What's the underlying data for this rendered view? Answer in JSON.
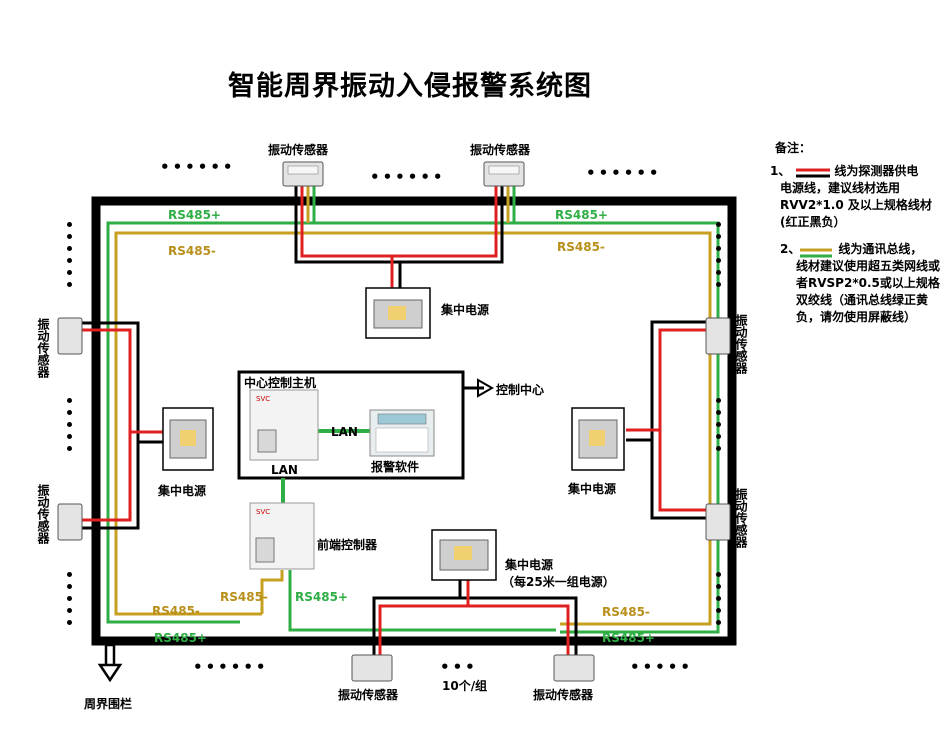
{
  "title": "智能周界振动入侵报警系统图",
  "labels": {
    "sensor": "振动传感器",
    "psu": "集中电源",
    "psu_bottom_line1": "集中电源",
    "psu_bottom_line2": "（每25米一组电源）",
    "central_host": "中心控制主机",
    "alarm_software": "报警软件",
    "control_center": "控制中心",
    "front_controller": "前端控制器",
    "lan": "LAN",
    "rs485_plus": "RS485+",
    "rs485_minus": "RS485-",
    "perimeter_fence": "周界围栏",
    "count_per_group": "10个/组"
  },
  "notes": {
    "heading": "备注：",
    "item1_index": "1、",
    "item1_text_a": "线为探测器供电",
    "item1_text_b": "电源线，建议线材选用RVV2*1.0 及以上规格线材(红正黑负）",
    "item2_index": "2、",
    "item2_text_a": "线为通讯总线，",
    "item2_text_b": "线材建议使用超五类网线或者RVSP2*0.5或以上规格双绞线（通讯总线绿正黄负，请勿使用屏蔽线）"
  },
  "colors": {
    "frame": "#000000",
    "power_positive": "#e02020",
    "power_negative": "#000000",
    "bus_positive": "#2fae46",
    "bus_negative": "#c7a020"
  },
  "icons": [
    "sensor-box-icon",
    "power-supply-icon",
    "alarm-panel-icon",
    "alarm-software-icon",
    "arrow-right-icon",
    "arrow-down-icon"
  ]
}
